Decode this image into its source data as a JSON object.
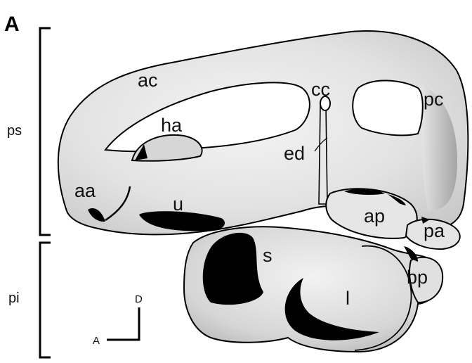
{
  "figure": {
    "panel_letter": "A",
    "sections": {
      "upper": "ps",
      "lower": "pi"
    },
    "orientation": {
      "vertical": "D",
      "horizontal": "A"
    },
    "structures": {
      "ac": "ac",
      "cc": "cc",
      "pc": "pc",
      "ha": "ha",
      "ed": "ed",
      "aa": "aa",
      "u": "u",
      "ap": "ap",
      "pa": "pa",
      "s": "s",
      "bp": "bp",
      "l": "l"
    }
  }
}
